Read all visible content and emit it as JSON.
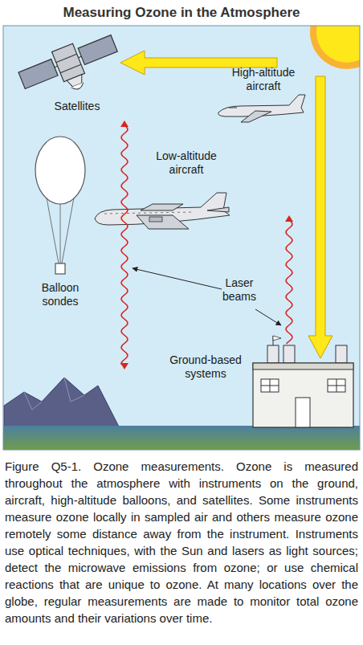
{
  "diagram": {
    "title": "Measuring Ozone in the Atmosphere",
    "caption": "Figure Q5-1. Ozone measurements. Ozone is measured throughout the atmosphere with instruments on the ground, aircraft, high-altitude balloons, and satellites. Some instruments measure ozone locally in sampled air and others measure ozone remotely some distance away from the instrument. Instruments use optical techniques, with the Sun and lasers as light sources; detect the microwave emissions from ozone; or use chemical reactions that are unique to ozone. At many locations over the globe, regular measurements are made to monitor total ozone amounts and their variations over time.",
    "labels": [
      "Satellites",
      "High-altitude aircraft",
      "Low-altitude aircraft",
      "Laser beams",
      "Balloon sondes",
      "Ground-based systems"
    ]
  }
}
